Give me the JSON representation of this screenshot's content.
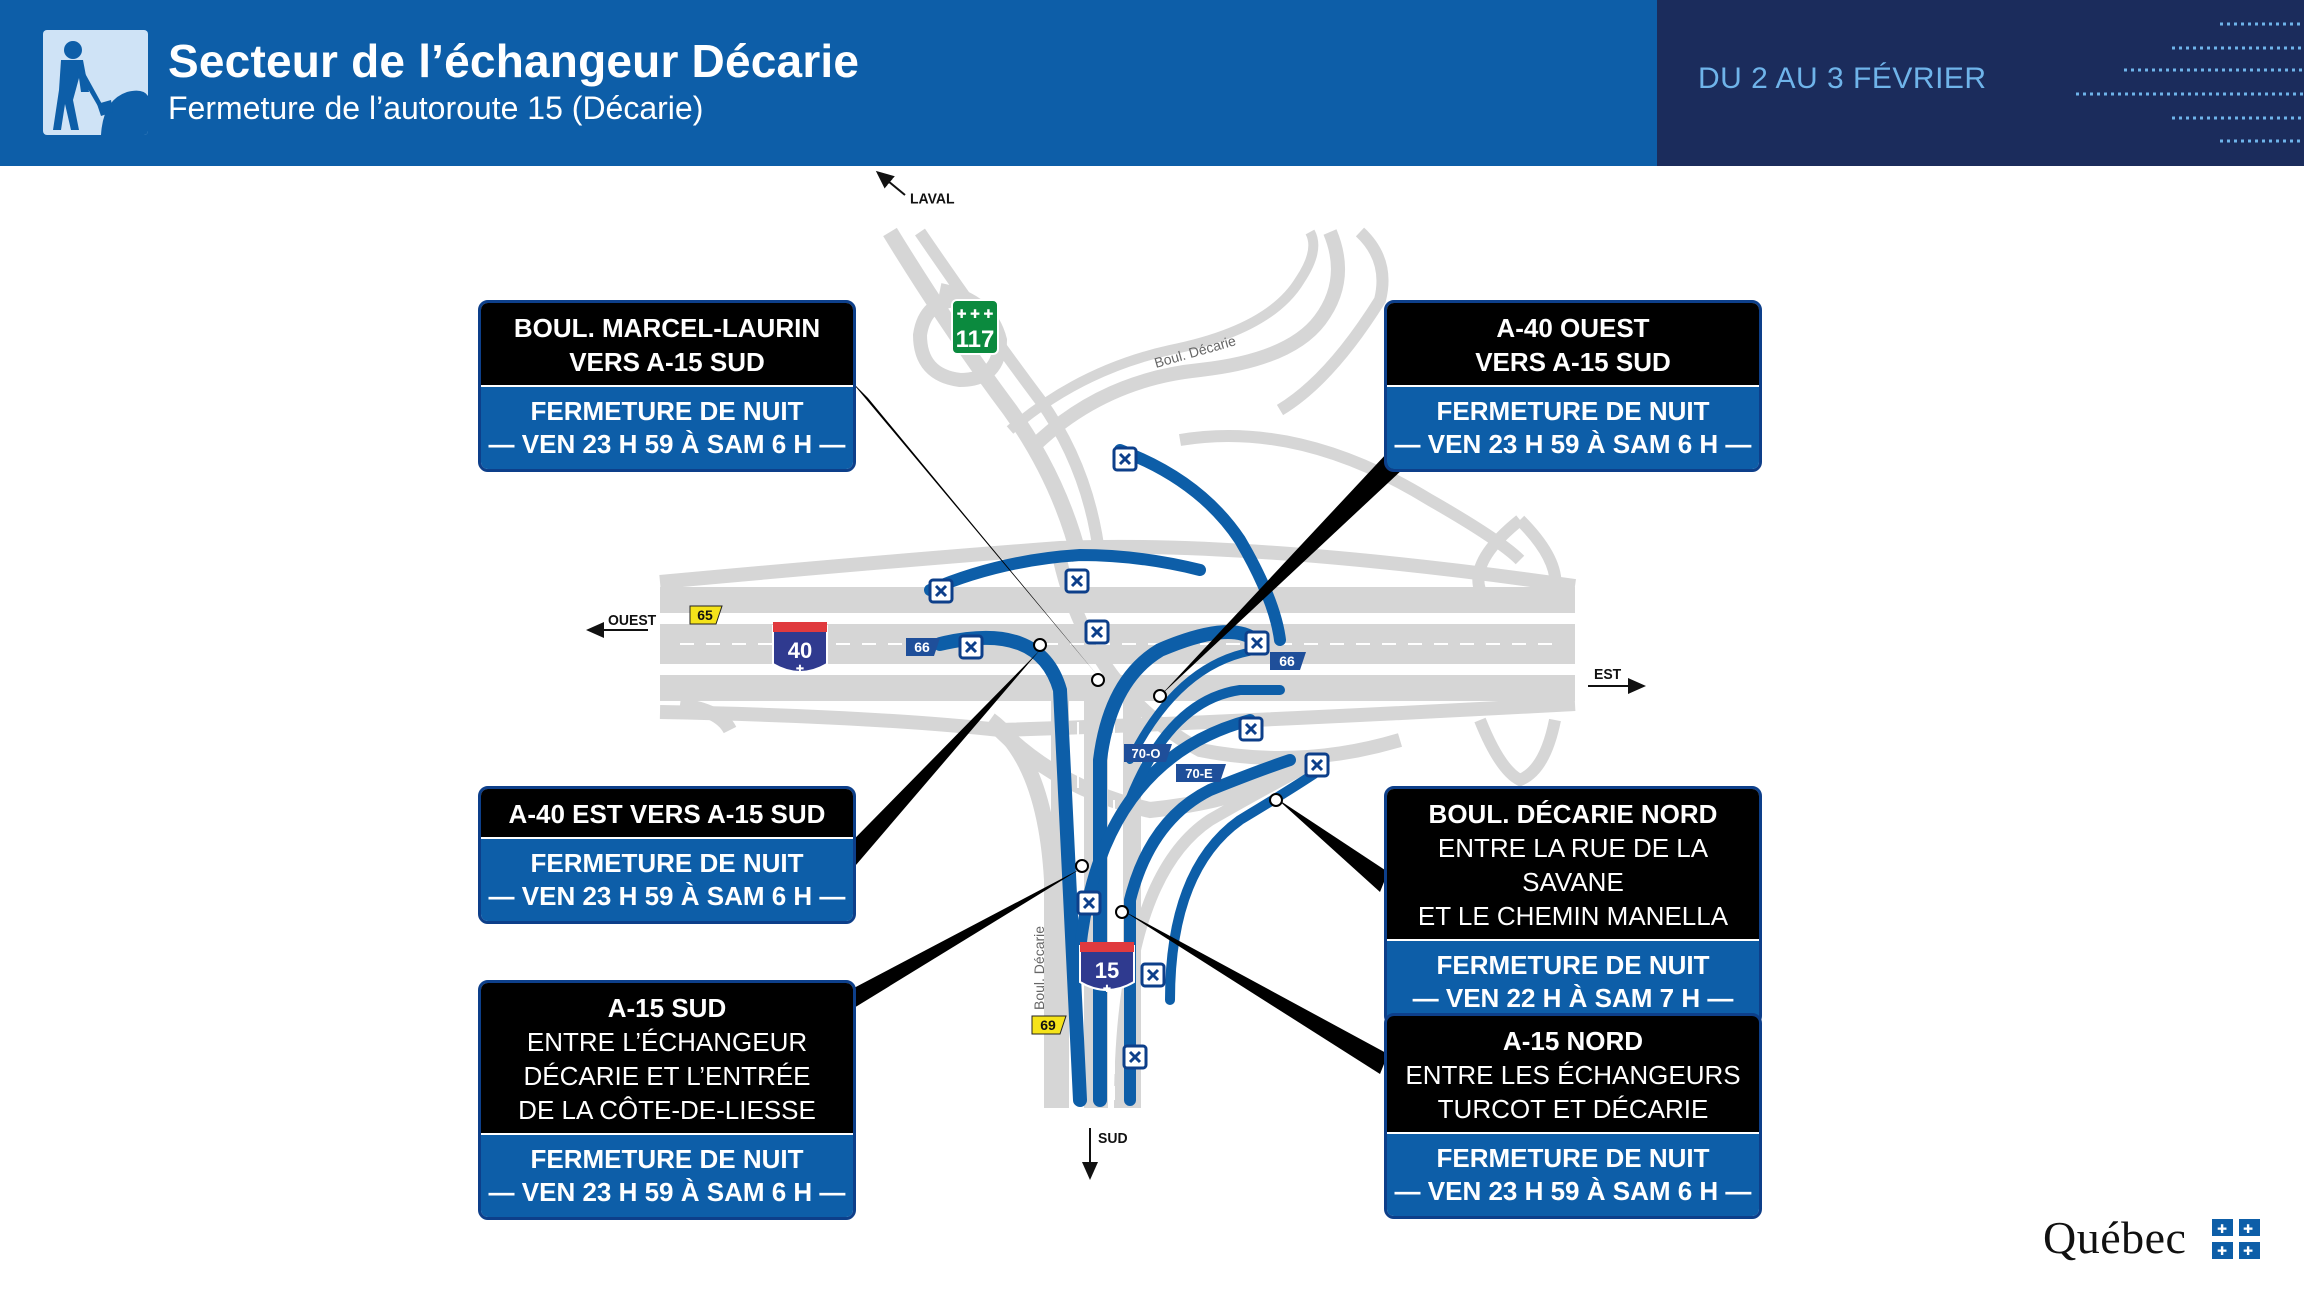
{
  "header": {
    "title": "Secteur de l’échangeur Décarie",
    "subtitle": "Fermeture de l’autoroute 15 (Décarie)",
    "date": "DU 2 AU 3 FÉVRIER",
    "icon": "worker-icon"
  },
  "directions": {
    "north": "LAVAL",
    "west": "OUEST",
    "east": "EST",
    "south": "SUD"
  },
  "street_labels": {
    "decarie_top": "Boul. Décarie",
    "decarie_left": "Boul. Décarie"
  },
  "shields": {
    "route_117": "117",
    "a40": "40",
    "a15": "15",
    "exit_65": "65",
    "exit_66_left": "66",
    "exit_66_right": "66",
    "exit_69": "69",
    "exit_70o": "70-O",
    "exit_70e": "70-E"
  },
  "callouts": [
    {
      "id": "marcel-laurin",
      "title_bold": [
        "BOUL. MARCEL-LAURIN",
        "VERS A-15 SUD"
      ],
      "title_regular": [],
      "body": [
        "FERMETURE DE NUIT",
        "— VEN 23 H 59 À SAM 6 H —"
      ]
    },
    {
      "id": "a40-ouest",
      "title_bold": [
        "A-40 OUEST",
        "VERS A-15 SUD"
      ],
      "title_regular": [],
      "body": [
        "FERMETURE DE NUIT",
        "— VEN 23 H 59 À SAM 6 H —"
      ]
    },
    {
      "id": "a40-est",
      "title_bold": [
        "A-40 EST VERS A-15 SUD"
      ],
      "title_regular": [],
      "body": [
        "FERMETURE DE NUIT",
        "— VEN 23 H 59 À SAM 6 H —"
      ]
    },
    {
      "id": "decarie-nord",
      "title_bold": [
        "BOUL. DÉCARIE NORD"
      ],
      "title_regular": [
        "ENTRE LA RUE DE LA SAVANE",
        "ET LE CHEMIN MANELLA"
      ],
      "body": [
        "FERMETURE DE NUIT",
        "— VEN 22 H À SAM 7 H —"
      ]
    },
    {
      "id": "a15-sud",
      "title_bold": [
        "A-15 SUD"
      ],
      "title_regular": [
        "ENTRE L’ÉCHANGEUR",
        "DÉCARIE ET L’ENTRÉE",
        "DE LA CÔTE-DE-LIESSE"
      ],
      "body": [
        "FERMETURE DE NUIT",
        "— VEN 23 H 59 À SAM 6 H —"
      ]
    },
    {
      "id": "a15-nord",
      "title_bold": [
        "A-15 NORD"
      ],
      "title_regular": [
        "ENTRE LES ÉCHANGEURS",
        "TURCOT ET DÉCARIE"
      ],
      "body": [
        "FERMETURE DE NUIT",
        "— VEN 23 H 59 À SAM 6 H —"
      ]
    }
  ],
  "logo": {
    "text": "Québec",
    "icon": "fleurdelise-flag-icon"
  },
  "colors": {
    "header_blue": "#0d5ea8",
    "header_navy": "#1b2c5c",
    "closure_blue": "#0d5ea8",
    "road_gray": "#d9d9d9",
    "callout_black": "#000000"
  }
}
